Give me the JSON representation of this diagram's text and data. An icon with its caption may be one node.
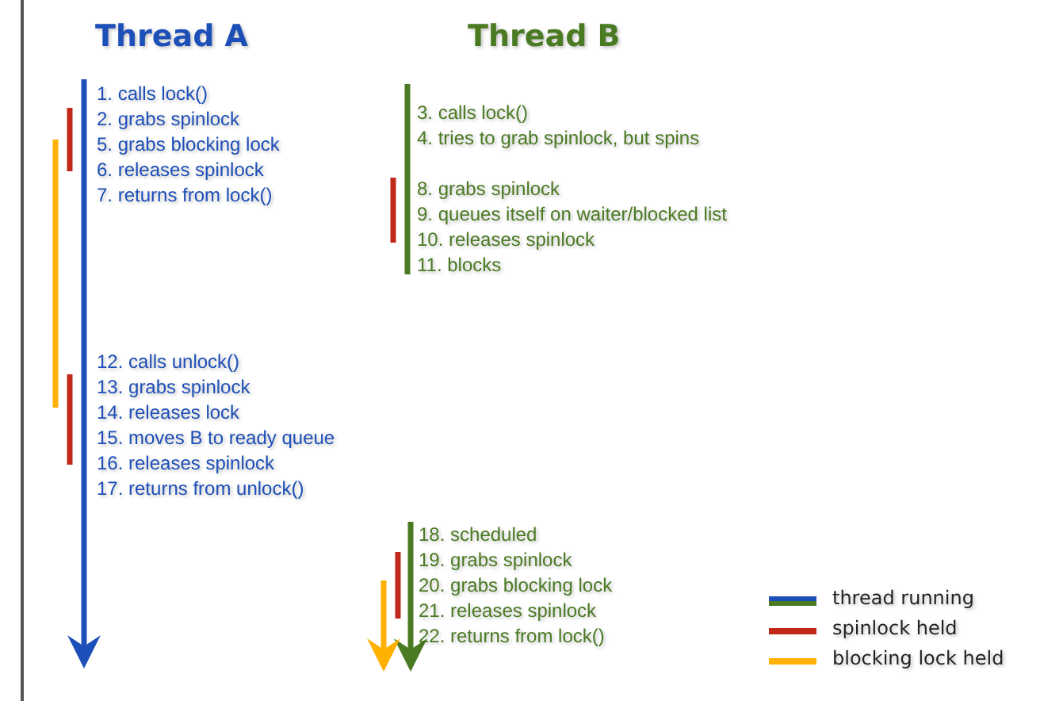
{
  "diagram": {
    "labels": [
      "Thread A",
      "Thread B",
      "1. calls lock()",
      "2. grabs spinlock",
      "5. grabs blocking lock",
      "6. releases spinlock",
      "7. returns from lock()",
      "12. calls unlock()",
      "13. grabs spinlock",
      "14. releases lock",
      "15. moves B to ready queue",
      "16. releases spinlock",
      "17. returns from unlock()",
      "3. calls lock()",
      "4. tries to grab spinlock, but spins",
      "8. grabs spinlock",
      "9. queues itself on waiter/blocked list",
      "10. releases spinlock",
      "11. blocks",
      "18. scheduled",
      "19. grabs spinlock",
      "20. grabs blocking lock",
      "21. releases spinlock",
      "22. returns from lock()"
    ],
    "legend": [
      {
        "text": "thread running"
      },
      {
        "text": "spinlock held",
        "color": "#c0281a"
      },
      {
        "text": "blocking lock held",
        "color": "#ffb000"
      }
    ]
  }
}
